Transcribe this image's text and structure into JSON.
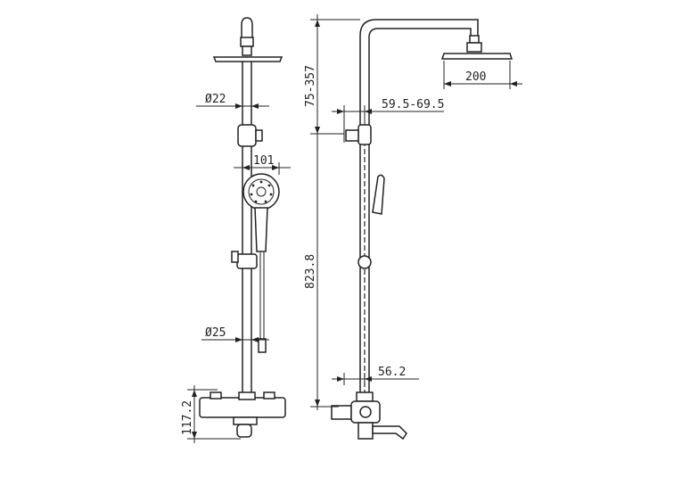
{
  "diagram": {
    "dimensions": {
      "head_stem_diameter": "Ø22",
      "handset_width": "101",
      "rail_diameter": "Ø25",
      "mixer_height": "117.2",
      "head_extension": "75-357",
      "holder_offset": "59.5-69.5",
      "head_diameter": "200",
      "total_height": "823.8",
      "inlet_spacing": "56.2"
    }
  }
}
